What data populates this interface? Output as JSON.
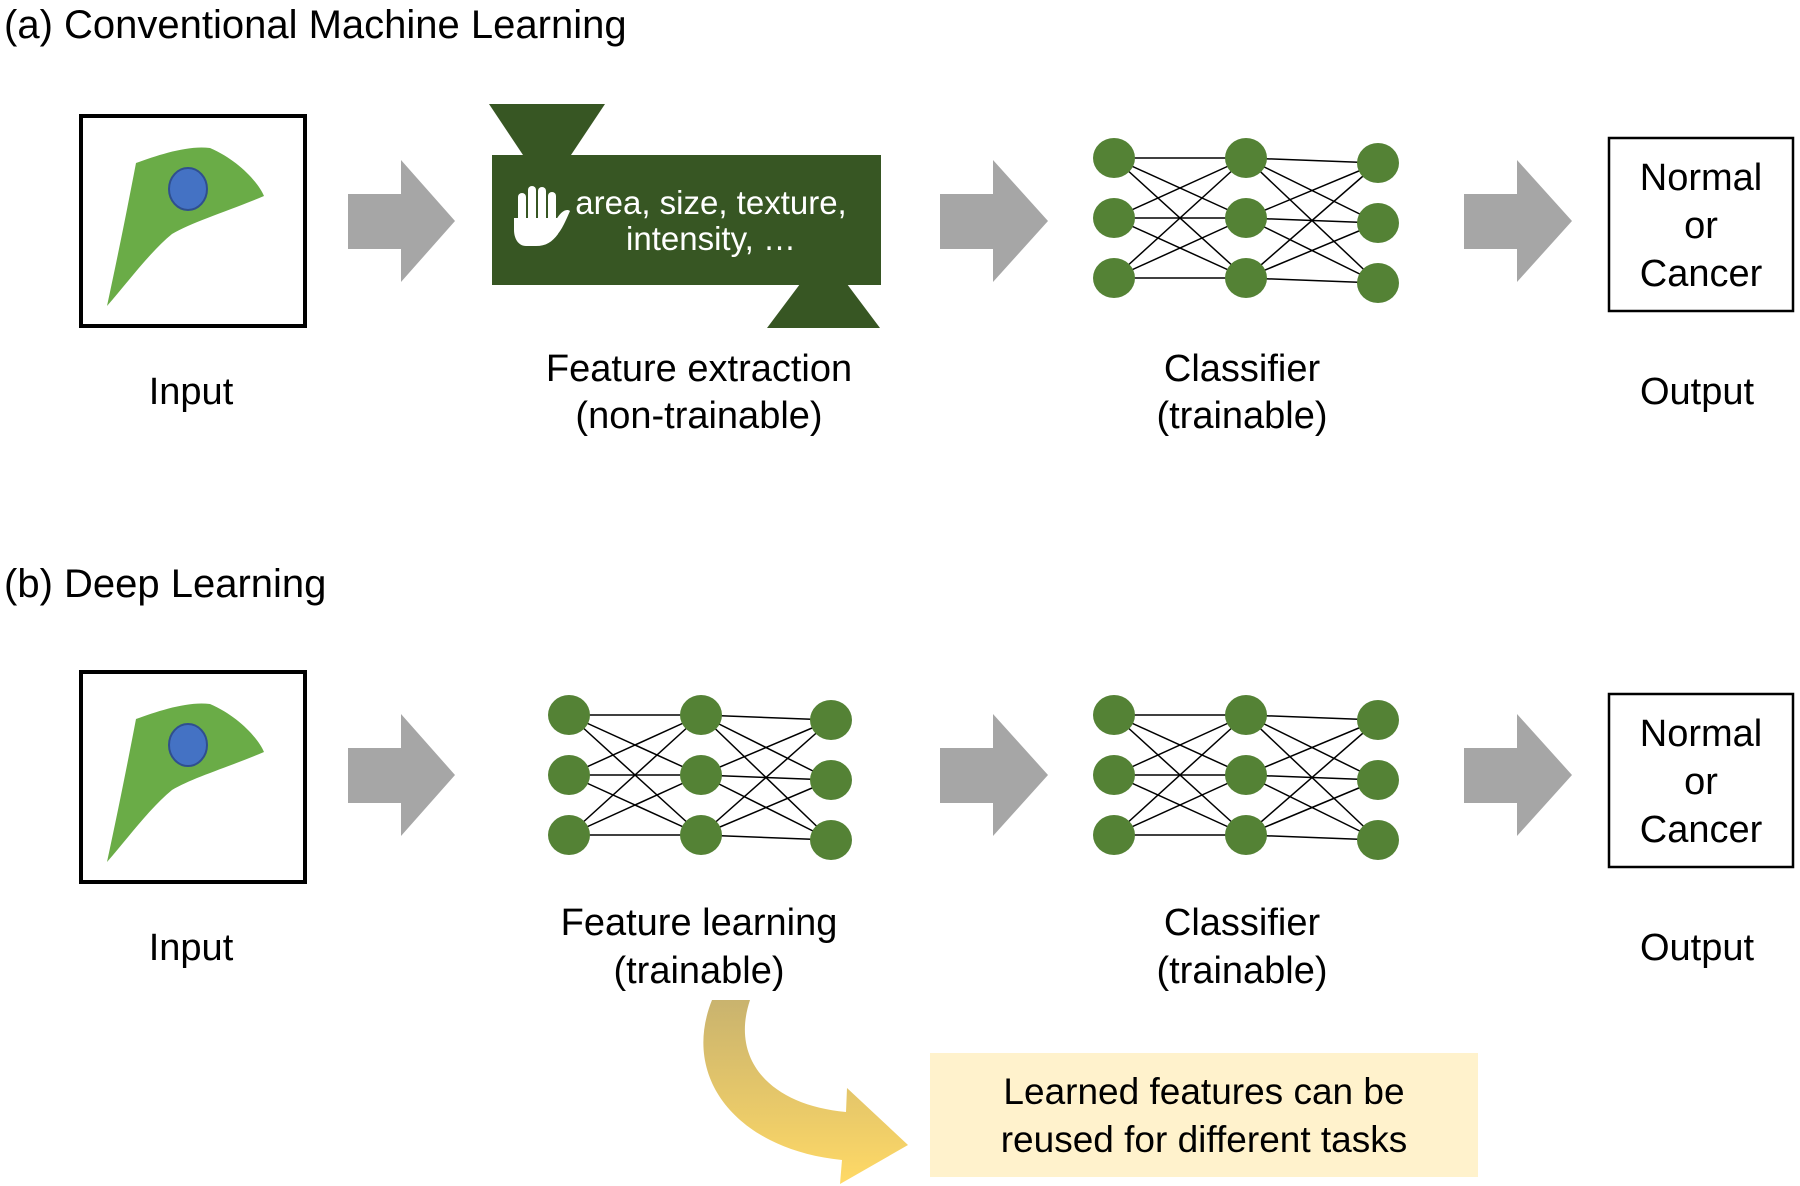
{
  "colors": {
    "cell": "#6aac47",
    "nucleus": "#4472c4",
    "nucleus_stroke": "#2f4f8f",
    "dark_green": "#375623",
    "node_green": "#548235",
    "arrow_gray": "#a6a6a6",
    "note_bg": "#fff2cc",
    "curve_start": "#c9b36e",
    "curve_end": "#ffd966"
  },
  "section_a": {
    "title": "(a)  Conventional Machine Learning",
    "input_label": "Input",
    "feature_box_line1": "area, size, texture,",
    "feature_box_line2": "intensity, …",
    "feature_icon": "hand-icon",
    "feature_label_line1": "Feature extraction",
    "feature_label_line2": "(non-trainable)",
    "classifier_label_line1": "Classifier",
    "classifier_label_line2": "(trainable)",
    "output_line1": "Normal",
    "output_line2": "or",
    "output_line3": "Cancer",
    "output_label": "Output"
  },
  "section_b": {
    "title": "(b)  Deep Learning",
    "input_label": "Input",
    "feature_label_line1": "Feature learning",
    "feature_label_line2": "(trainable)",
    "classifier_label_line1": "Classifier",
    "classifier_label_line2": "(trainable)",
    "output_line1": "Normal",
    "output_line2": "or",
    "output_line3": "Cancer",
    "output_label": "Output"
  },
  "note": {
    "line1": "Learned features can be",
    "line2": "reused for different tasks"
  }
}
